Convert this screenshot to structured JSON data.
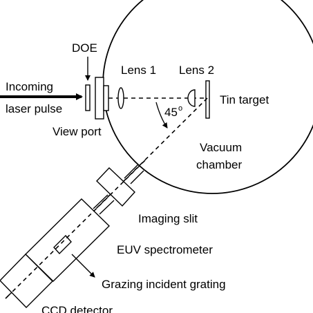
{
  "labels": {
    "doe": "DOE",
    "lens1": "Lens 1",
    "lens2": "Lens 2",
    "incoming_line1": "Incoming",
    "incoming_line2": "laser pulse",
    "tin_target": "Tin target",
    "angle_value": "45",
    "angle_unit": "o",
    "view_port": "View port",
    "vacuum_line1": "Vacuum",
    "vacuum_line2": "chamber",
    "imaging_slit": "Imaging slit",
    "euv_spectrometer": "EUV spectrometer",
    "grating": "Grazing incident grating",
    "ccd_detector": "CCD detector"
  }
}
